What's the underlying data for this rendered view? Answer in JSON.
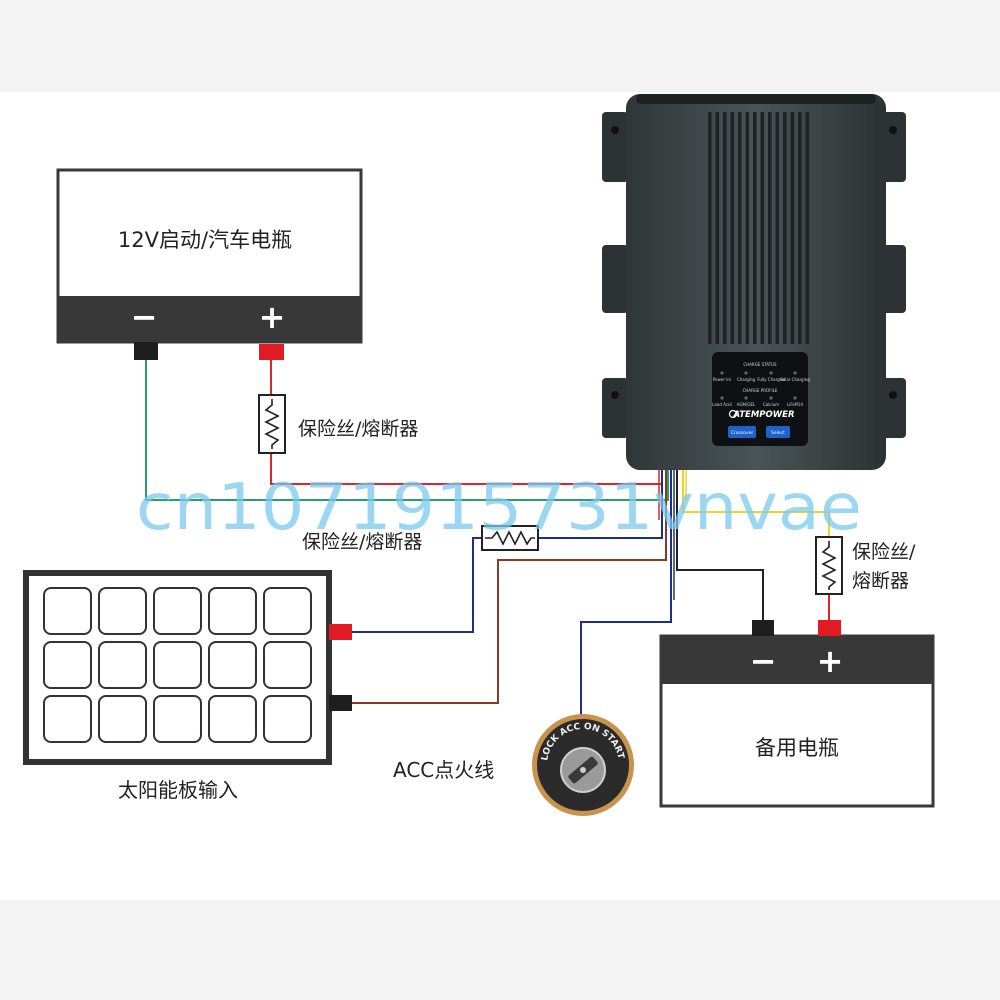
{
  "starter_battery": {
    "title": "12V启动/汽车电瓶",
    "minus": "−",
    "plus": "+"
  },
  "backup_battery": {
    "title": "备用电瓶",
    "minus": "−",
    "plus": "+"
  },
  "fuses": [
    {
      "label_line1": "保险丝/熔断器"
    },
    {
      "label_line1": "保险丝/熔断器"
    },
    {
      "label_line1": "保险丝/",
      "label_line2": "熔断器"
    }
  ],
  "solar_panel": {
    "label": "太阳能板输入"
  },
  "ignition": {
    "label": "ACC点火线",
    "switch_ring_text": "LOCK ACC ON START"
  },
  "charger": {
    "brand": "ATEMPOWER",
    "charge_status_title": "CHARGE STATUS",
    "status_indicators": [
      "Power Ini",
      "Charging",
      "Fully Charged",
      "Solar Charging"
    ],
    "charge_profile_title": "CHARGE PROFILE",
    "profile_indicators": [
      "Lead Acid",
      "AGM/GEL",
      "Calcium",
      "LiFePO4"
    ],
    "buttons": [
      "Crossover",
      "Select"
    ]
  },
  "watermark": "cn1071915731vnvae",
  "colors": {
    "battery_dark": "#383838",
    "terminal_red": "#e01b24",
    "wire_red": "#d7262e",
    "wire_green": "#2a9d6c",
    "wire_blue": "#1e2f8a",
    "wire_brown": "#8b3a1f",
    "wire_yellow": "#f2d22a",
    "charger_body": "#3a4244"
  }
}
